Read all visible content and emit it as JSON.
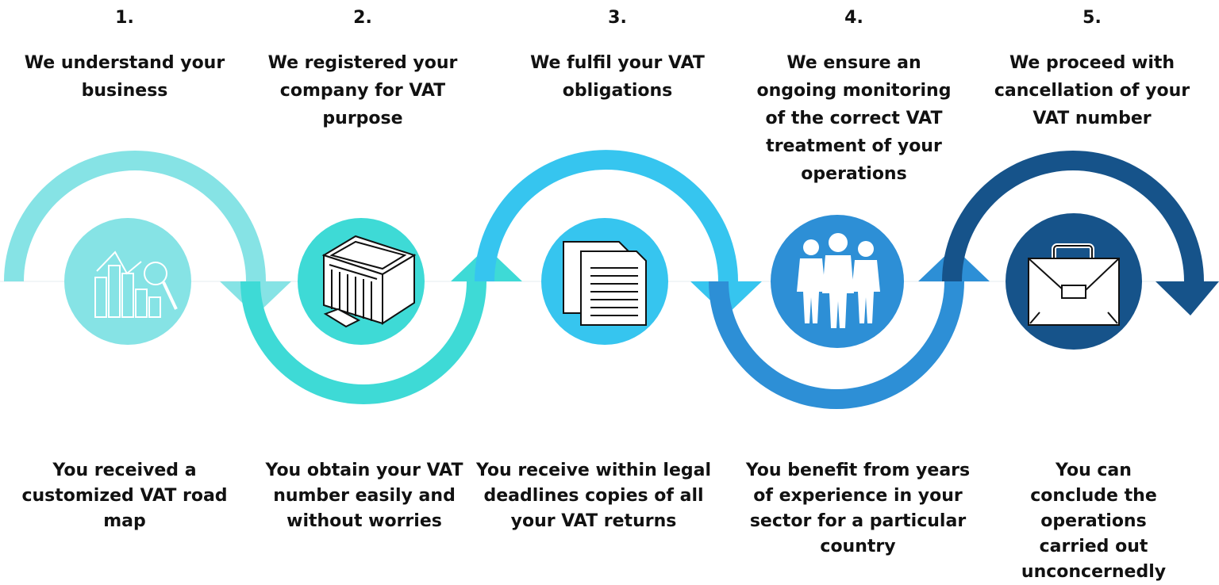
{
  "steps": [
    {
      "number": "1.",
      "title": "We understand your business",
      "description": "You received a customized VAT road map",
      "color": "#86E3E5",
      "icon": "chart-magnifier-icon"
    },
    {
      "number": "2.",
      "title": "We registered your company for VAT purpose",
      "description": "You obtain your VAT number easily and without worries",
      "color": "#3EDAD6",
      "icon": "building-icon"
    },
    {
      "number": "3.",
      "title": "We fulfil your VAT obligations",
      "description": "You receive within legal deadlines copies of all your VAT returns",
      "color": "#36C5EF",
      "icon": "documents-icon"
    },
    {
      "number": "4.",
      "title": "We ensure an ongoing monitoring of the correct VAT treatment of your operations",
      "description": "You benefit from years of experience in your sector for a particular country",
      "color": "#2D8FD6",
      "icon": "people-group-icon"
    },
    {
      "number": "5.",
      "title": "We proceed with cancellation of your VAT number",
      "description": "You can conclude the operations carried out unconcernedly",
      "color": "#16538A",
      "icon": "briefcase-icon"
    }
  ]
}
